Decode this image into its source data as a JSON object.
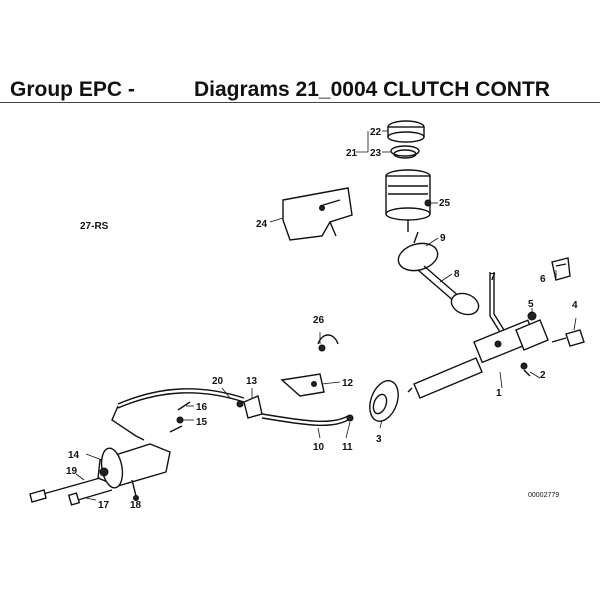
{
  "header": {
    "group_title": "Group EPC -",
    "diagram_title": "Diagrams 21_0004 CLUTCH CONTR"
  },
  "diagram": {
    "variant_label": "27-RS",
    "reference_number": "00002779",
    "part_labels": {
      "p1": "1",
      "p2": "2",
      "p3": "3",
      "p4": "4",
      "p5": "5",
      "p6": "6",
      "p7": "7",
      "p8": "8",
      "p9": "9",
      "p10": "10",
      "p11": "11",
      "p12": "12",
      "p13": "13",
      "p14": "14",
      "p15": "15",
      "p16": "16",
      "p17": "17",
      "p18": "18",
      "p19": "19",
      "p20": "20",
      "p21": "21",
      "p22": "22",
      "p23": "23",
      "p24": "24",
      "p25": "25",
      "p26": "26"
    }
  }
}
